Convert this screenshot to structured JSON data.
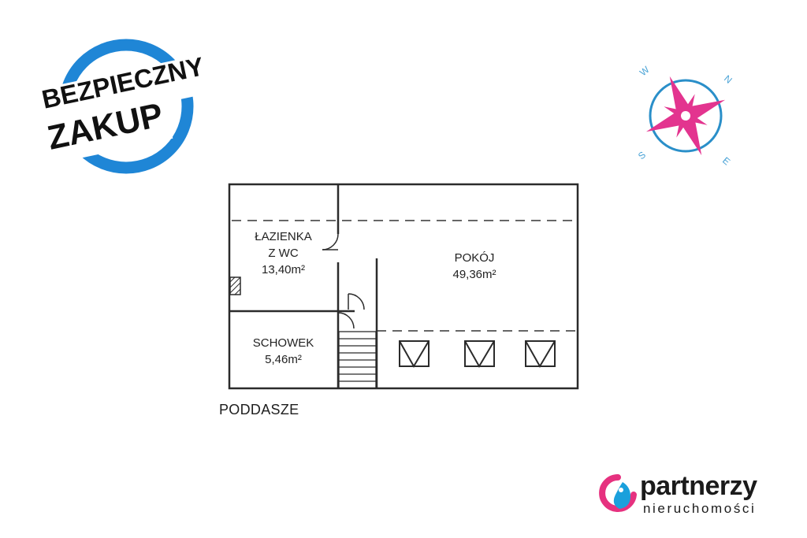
{
  "badge": {
    "line1": "BEZPIECZNY",
    "line2": "ZAKUP",
    "ring_color": "#1f86d6"
  },
  "compass": {
    "labels": {
      "n": "N",
      "e": "E",
      "s": "S",
      "w": "W"
    },
    "star_color": "#e3348f",
    "ring_color": "#2a8fc9",
    "letter_color": "#4aa3d6"
  },
  "floorplan": {
    "caption": "PODDASZE",
    "rooms": [
      {
        "name_lines": [
          "ŁAZIENKA",
          "Z WC"
        ],
        "area": "13,40m²"
      },
      {
        "name_lines": [
          "SCHOWEK"
        ],
        "area": "5,46m²"
      },
      {
        "name_lines": [
          "POKÓJ"
        ],
        "area": "49,36m²"
      }
    ]
  },
  "brand": {
    "name": "partnerzy",
    "subtitle": "nieruchomości",
    "colors": {
      "pink": "#e6317f",
      "blue": "#1aa0dc",
      "text": "#1b1b1b"
    }
  }
}
